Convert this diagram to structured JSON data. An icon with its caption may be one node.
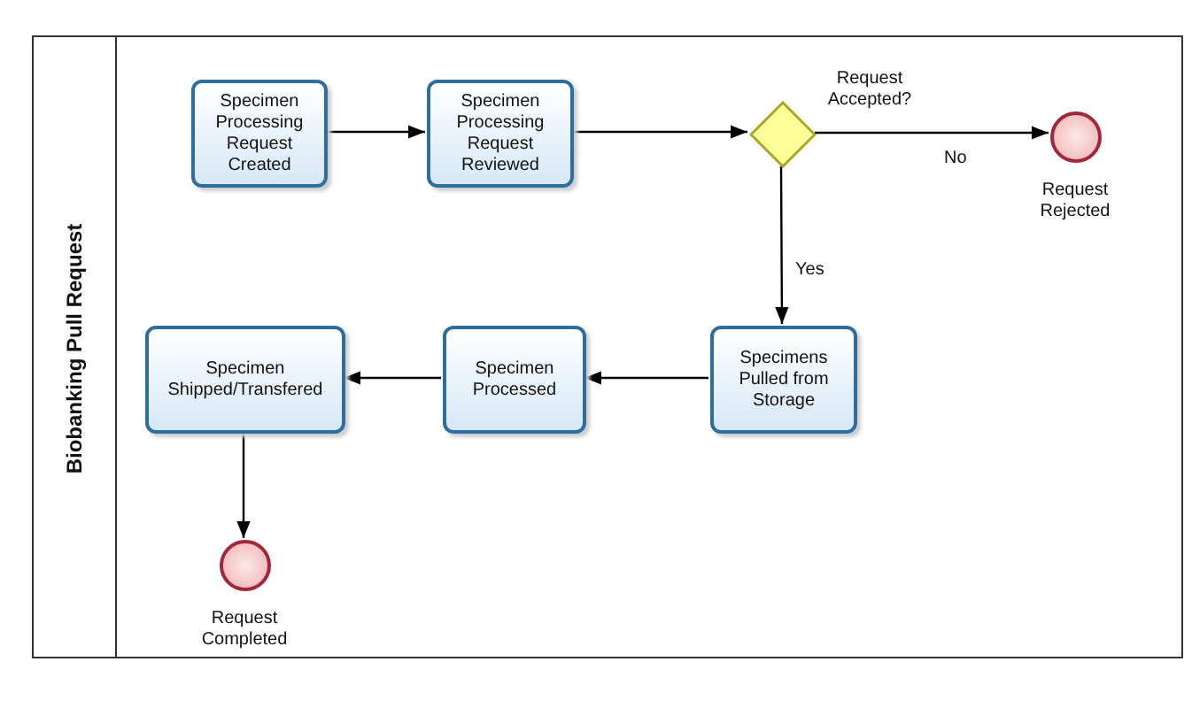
{
  "diagram": {
    "nodes": [
      {
        "text": [
          "Biobanking Pull Request"
        ]
      },
      {
        "text": [
          "Specimen Processing Request Created"
        ],
        "in": 0
      },
      {
        "text": [
          "Specimen Processing Request Reviewed"
        ],
        "in": 0
      },
      {
        "text": [],
        "shape": "diamond",
        "beside": [
          "Request Accepted?"
        ],
        "in": 0
      },
      {
        "text": [],
        "shape": "circle",
        "beside": [
          "Request Rejected"
        ],
        "in": 0
      },
      {
        "text": [
          "Specimens Pulled from Storage"
        ],
        "in": 0
      },
      {
        "text": [
          "Specimen Processed"
        ],
        "in": 0
      },
      {
        "text": [
          "Specimen Shipped/Transfered"
        ],
        "in": 0
      },
      {
        "text": [],
        "shape": "circle",
        "beside": [
          "Request Completed"
        ],
        "in": 0
      }
    ],
    "edges": [
      {
        "from": 1,
        "to": 2,
        "arrow": "to"
      },
      {
        "from": 2,
        "to": 3,
        "arrow": "to"
      },
      {
        "from": 3,
        "to": 4,
        "arrow": "to",
        "label": "No"
      },
      {
        "from": 3,
        "to": 5,
        "arrow": "to",
        "label": "Yes"
      },
      {
        "from": 5,
        "to": 6,
        "arrow": "to"
      },
      {
        "from": 6,
        "to": 7,
        "arrow": "to"
      },
      {
        "from": 7,
        "to": 8,
        "arrow": "to"
      }
    ]
  }
}
